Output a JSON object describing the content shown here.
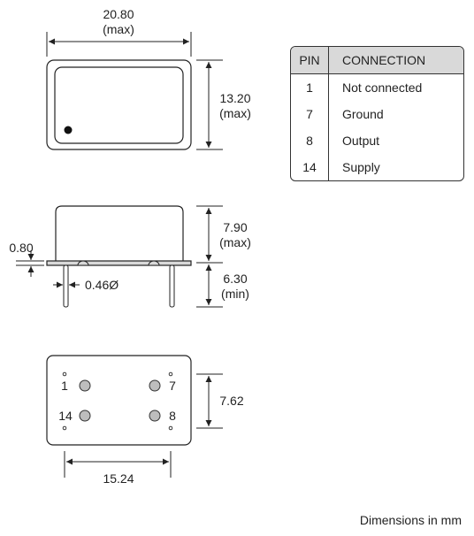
{
  "top_view": {
    "width_value": "20.80",
    "width_note": "(max)",
    "height_value": "13.20",
    "height_note": "(max)"
  },
  "side_view": {
    "body_height_value": "7.90",
    "body_height_note": "(max)",
    "pin_length_value": "6.30",
    "pin_length_note": "(min)",
    "base_thickness": "0.80",
    "pin_diameter": "0.46Ø"
  },
  "bottom_view": {
    "pin_labels": [
      "1",
      "7",
      "14",
      "8"
    ],
    "pin_spacing_vertical": "7.62",
    "pin_spacing_horizontal": "15.24"
  },
  "pin_table": {
    "headers": [
      "PIN",
      "CONNECTION"
    ],
    "rows": [
      {
        "pin": "1",
        "connection": "Not connected"
      },
      {
        "pin": "7",
        "connection": "Ground"
      },
      {
        "pin": "8",
        "connection": "Output"
      },
      {
        "pin": "14",
        "connection": "Supply"
      }
    ]
  },
  "footnote": "Dimensions in mm"
}
